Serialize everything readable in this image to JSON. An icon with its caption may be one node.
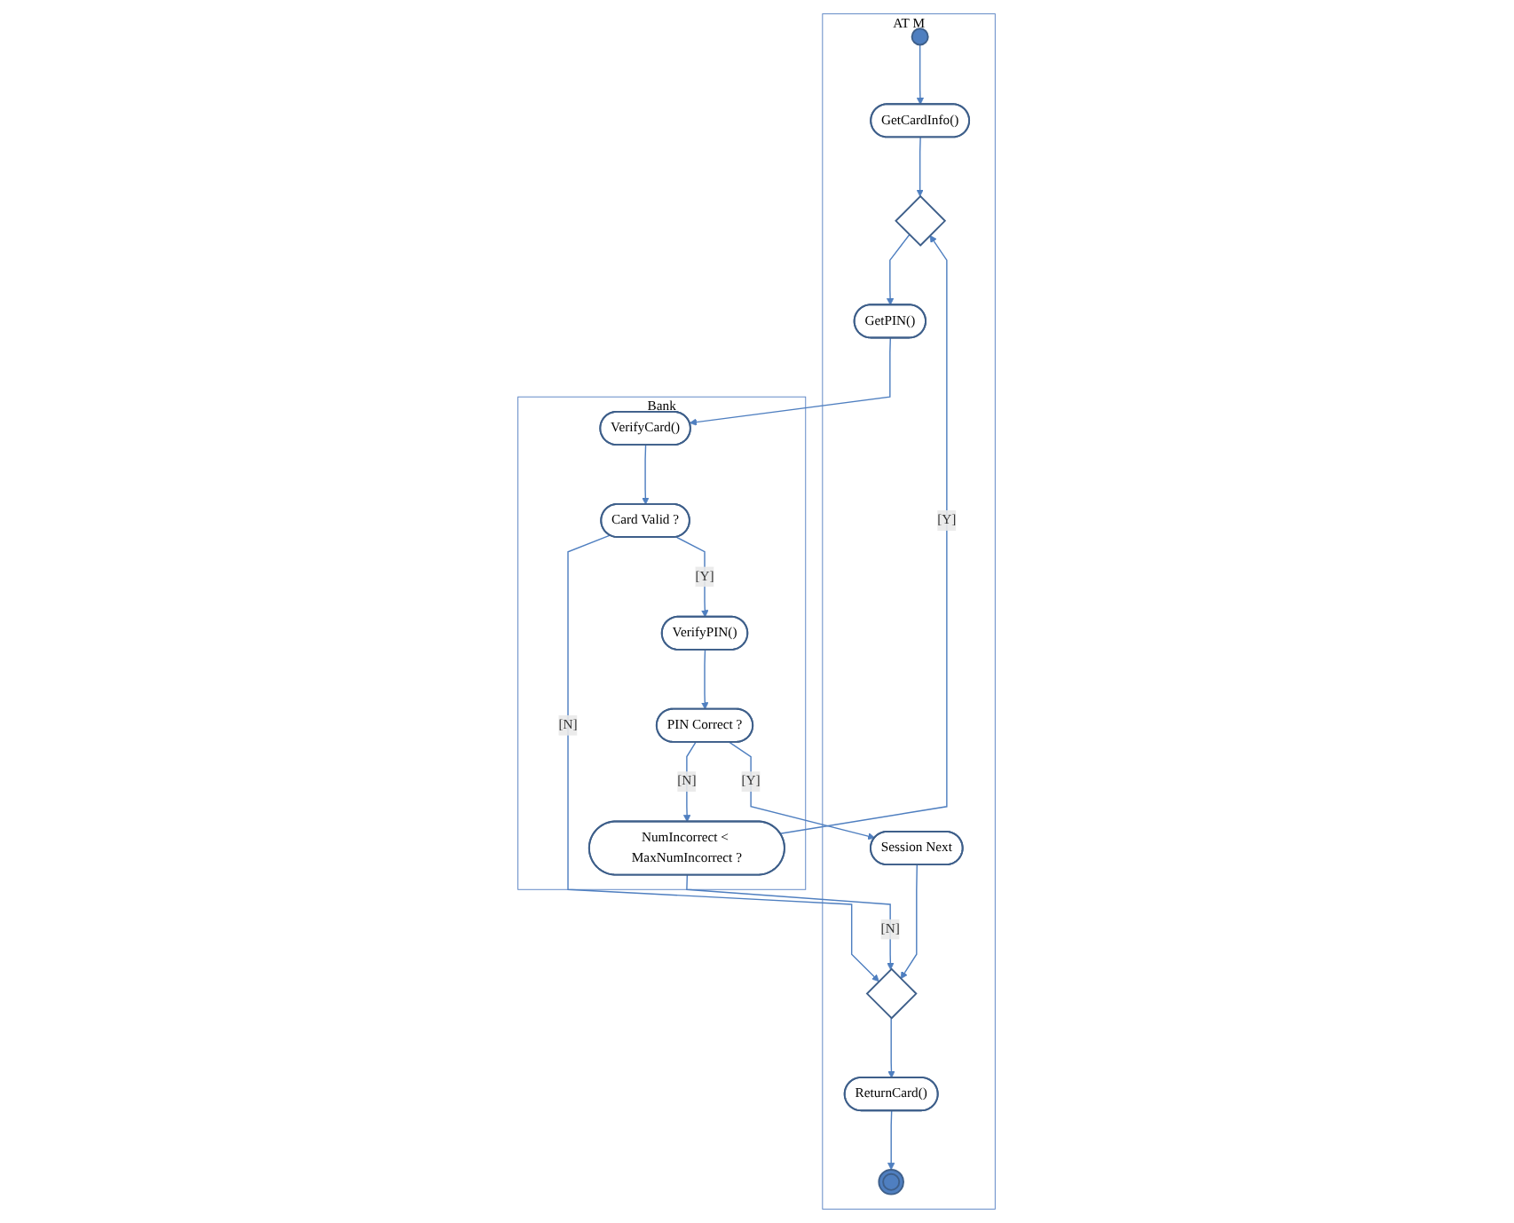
{
  "diagram": {
    "nodes": [
      {
        "text": [
          "AT M"
        ]
      },
      {
        "text": [
          "Bank"
        ]
      },
      {
        "text": [],
        "shape": "circle",
        "in": 0
      },
      {
        "text": [
          "GetCardInfo()"
        ],
        "in": 0
      },
      {
        "text": [],
        "shape": "diamond",
        "in": 0
      },
      {
        "text": [
          "GetPIN()"
        ],
        "in": 0
      },
      {
        "text": [
          "Session Next"
        ],
        "in": 0
      },
      {
        "text": [],
        "shape": "diamond",
        "in": 0
      },
      {
        "text": [
          "ReturnCard()"
        ],
        "in": 0
      },
      {
        "text": [],
        "shape": "circle",
        "in": 0
      },
      {
        "text": [
          "VerifyCard()"
        ],
        "in": 1
      },
      {
        "text": [
          "Card Valid ?"
        ],
        "in": 1
      },
      {
        "text": [
          "VerifyPIN()"
        ],
        "in": 1
      },
      {
        "text": [
          "PIN Correct ?"
        ],
        "in": 1
      },
      {
        "text": [
          "NumIncorrect < MaxNumIncorrect ?"
        ],
        "in": 1
      }
    ],
    "edges": [
      {
        "from": 2,
        "to": 3,
        "arrow": "to"
      },
      {
        "from": 3,
        "to": 4,
        "arrow": "to"
      },
      {
        "from": 4,
        "to": 5,
        "arrow": "to"
      },
      {
        "from": 5,
        "to": 10,
        "arrow": "to"
      },
      {
        "from": 10,
        "to": 11,
        "arrow": "to"
      },
      {
        "from": 11,
        "to": 12,
        "arrow": "to",
        "label": "[Y]"
      },
      {
        "from": 11,
        "to": 7,
        "arrow": "to",
        "label": "[N]"
      },
      {
        "from": 12,
        "to": 13,
        "arrow": "to"
      },
      {
        "from": 13,
        "to": 6,
        "arrow": "to",
        "label": "[Y]"
      },
      {
        "from": 13,
        "to": 14,
        "arrow": "to",
        "label": "[N]"
      },
      {
        "from": 14,
        "to": 4,
        "arrow": "to",
        "label": "[Y]"
      },
      {
        "from": 14,
        "to": 7,
        "arrow": "to",
        "label": "[N]"
      },
      {
        "from": 6,
        "to": 7,
        "arrow": "to"
      },
      {
        "from": 7,
        "to": 8,
        "arrow": "to"
      },
      {
        "from": 8,
        "to": 9,
        "arrow": "to"
      }
    ]
  }
}
